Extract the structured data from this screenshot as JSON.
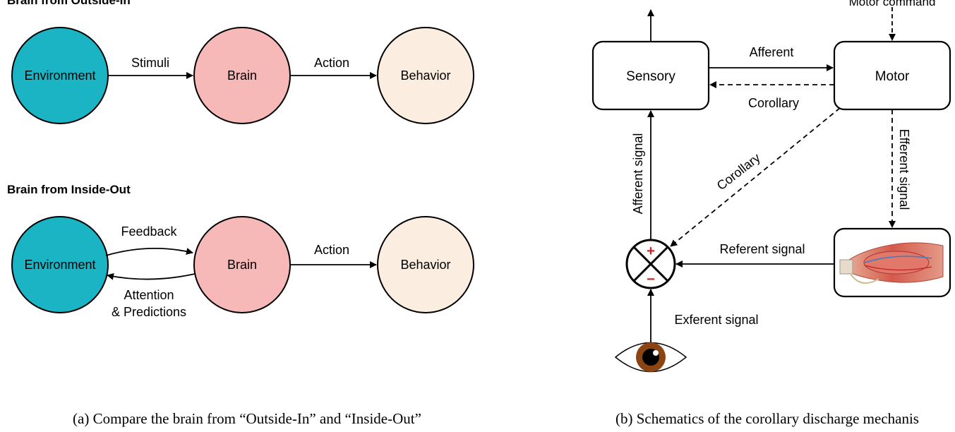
{
  "panel_a": {
    "title_top": "Brain from Outside-In",
    "title_bottom": "Brain from Inside-Out",
    "top": {
      "environment": "Environment",
      "brain": "Brain",
      "behavior": "Behavior",
      "stimuli": "Stimuli",
      "action": "Action"
    },
    "bottom": {
      "environment": "Environment",
      "brain": "Brain",
      "behavior": "Behavior",
      "feedback": "Feedback",
      "attention_line1": "Attention",
      "attention_line2": "& Predictions",
      "action": "Action"
    },
    "caption": "(a) Compare the brain from “Outside-In” and “Inside-Out”"
  },
  "panel_b": {
    "sensory": "Sensory",
    "motor": "Motor",
    "motor_command": "Motor command",
    "afferent": "Afferent",
    "corollary_horizontal": "Corollary",
    "corollary_diagonal": "Corollary",
    "afferent_signal": "Afferent signal",
    "efferent_signal": "Efferent signal",
    "referent_signal": "Referent signal",
    "exferent_signal": "Exferent signal",
    "plus": "+",
    "minus": "−",
    "caption": "(b) Schematics of the corollary discharge mechanis"
  },
  "colors": {
    "environment": "#1ab4c4",
    "brain": "#f7b8b8",
    "behavior": "#fbeee0",
    "eye_iris": "#8b4513",
    "sign": "#cc2222",
    "muscle": "#d9544a"
  }
}
